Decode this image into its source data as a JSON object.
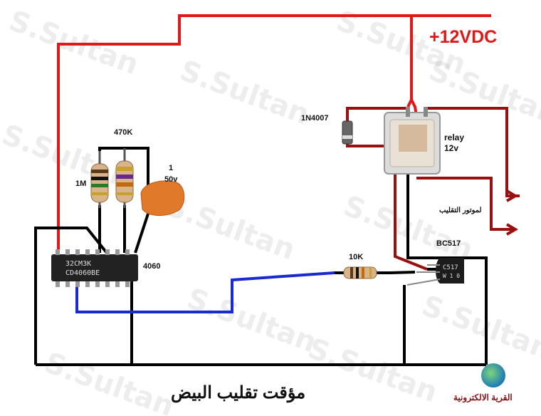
{
  "watermark": {
    "text": "S.Sultan",
    "color": "#000000"
  },
  "supply": {
    "label": "+12VDC",
    "color": "#e01818"
  },
  "components": {
    "ic_label": "4060",
    "ic_marking_1": "32CM3K",
    "ic_marking_2": "CD4060BE",
    "r_1m_label": "1M",
    "r_470k_label": "470K",
    "cap_label_1": "1",
    "cap_label_2": "50v",
    "diode_label": "1N4007",
    "relay_label_1": "relay",
    "relay_label_2": "12v",
    "motor_label": "لموتور التقليب",
    "r_10k_label": "10K",
    "transistor_label": "BC517",
    "transistor_marking_1": "C517",
    "transistor_marking_2": "W 1 0"
  },
  "title": "مؤقت تقليب البيض",
  "brand": "القرية الالكترونية",
  "wire_colors": {
    "positive": "#e01818",
    "signal": "#1a2ad0",
    "ground": "#000000",
    "relay": "#9a1010"
  }
}
